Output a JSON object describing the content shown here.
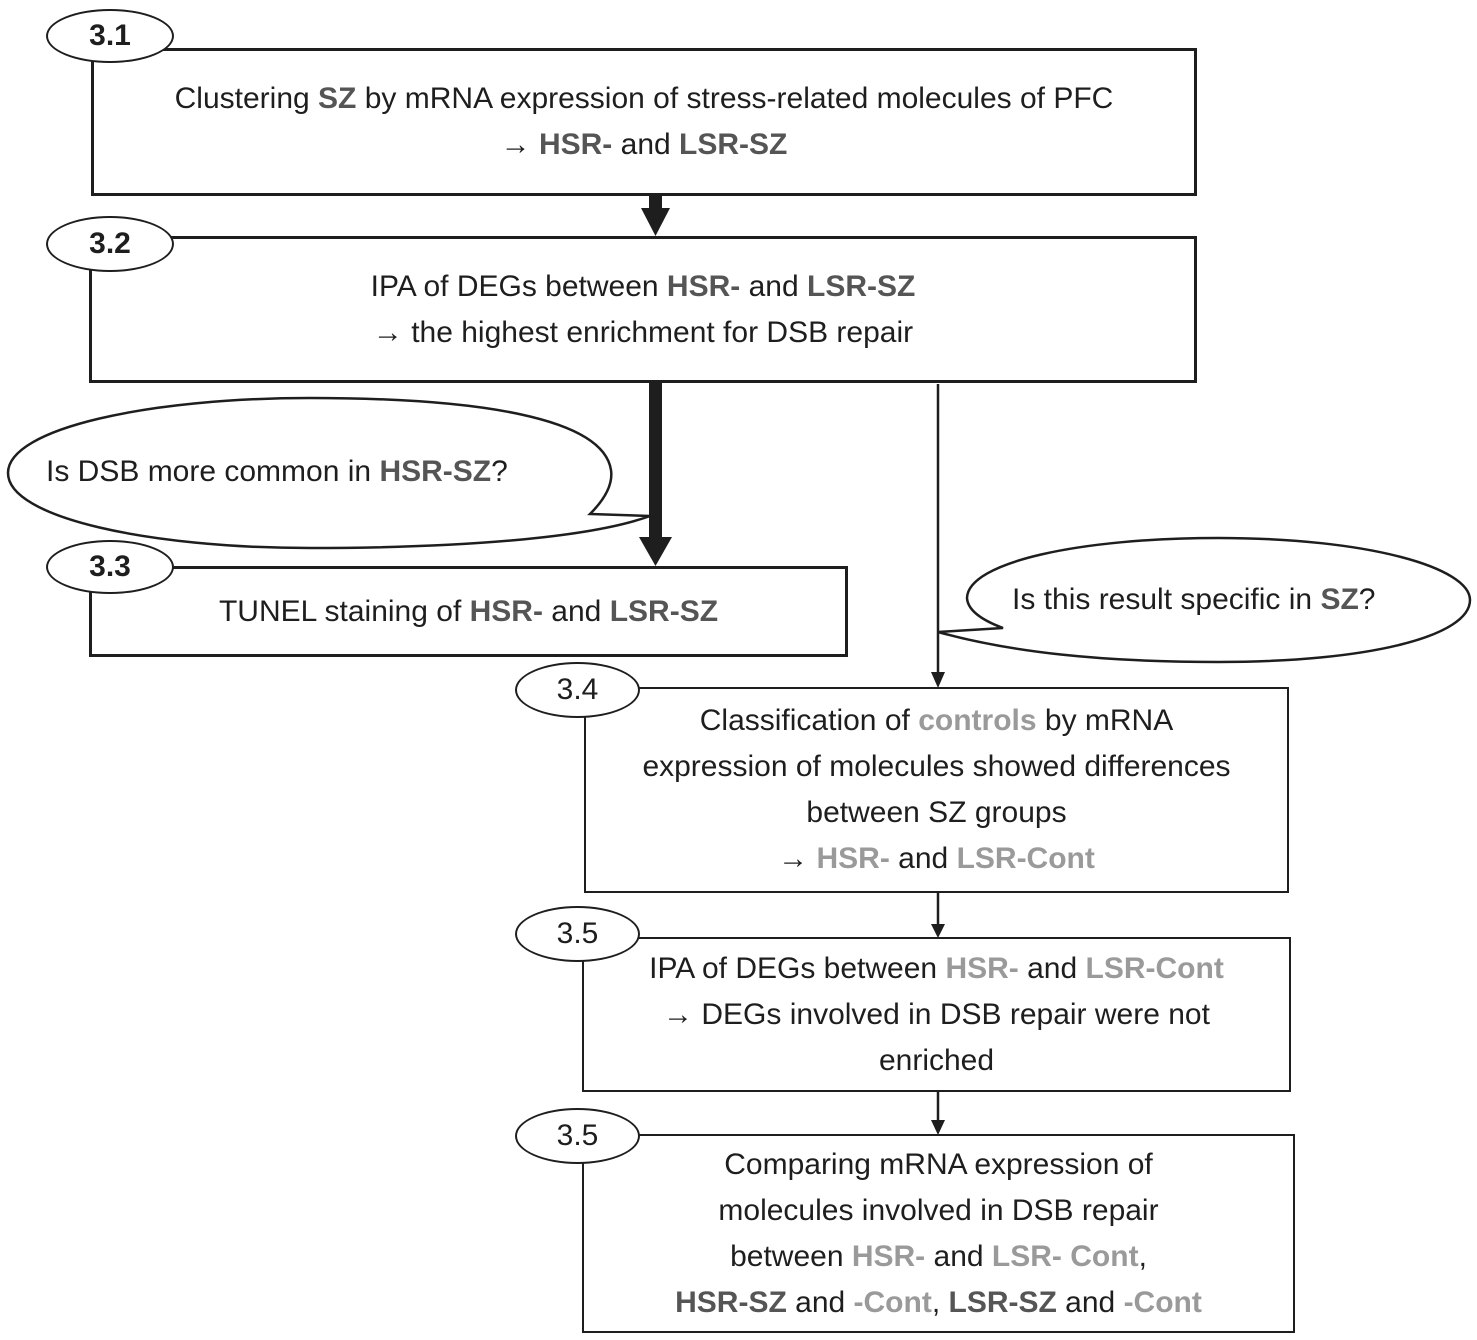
{
  "steps": {
    "s31": {
      "tag": "3.1",
      "line1": {
        "pre": "Clustering ",
        "sz": "SZ",
        "post": " by mRNA expression of stress-related molecules of PFC"
      },
      "line2": {
        "arrow": "→ ",
        "hsr": "HSR-",
        "and": " and ",
        "lsr": "LSR-SZ"
      }
    },
    "s32": {
      "tag": "3.2",
      "line1": {
        "pre": "IPA of DEGs between ",
        "hsr": "HSR-",
        "and": " and ",
        "lsr": "LSR-SZ"
      },
      "line2": "→ the highest enrichment for DSB repair"
    },
    "s33": {
      "tag": "3.3",
      "line1": {
        "pre": "TUNEL staining of ",
        "hsr": "HSR-",
        "and": " and ",
        "lsr": "LSR-SZ"
      }
    },
    "s34": {
      "tag": "3.4",
      "line1": {
        "pre": "Classification of ",
        "controls": "controls",
        "post": " by mRNA"
      },
      "line2": "expression of molecules showed differences",
      "line3": "between SZ groups",
      "line4": {
        "arrow": "→ ",
        "hsr": "HSR-",
        "and": " and ",
        "lsr": "LSR-Cont"
      }
    },
    "s35a": {
      "tag": "3.5",
      "line1": {
        "pre": "IPA of DEGs between ",
        "hsr": "HSR-",
        "and": " and ",
        "lsr": "LSR-Cont"
      },
      "line2": "→ DEGs involved in DSB repair were not",
      "line3": "enriched"
    },
    "s35b": {
      "tag": "3.5",
      "line1": "Comparing mRNA expression of",
      "line2": "molecules involved in DSB repair",
      "line3": {
        "pre": "between ",
        "hsr": "HSR-",
        "and": " and ",
        "lsr": "LSR- Cont",
        "post": ","
      },
      "line4": {
        "hsrsz": "HSR-SZ",
        "and1": " and ",
        "cont1": "-Cont",
        "comma": ", ",
        "lsrsz": "LSR-SZ",
        "and2": " and ",
        "cont2": "-Cont"
      }
    }
  },
  "bubbles": {
    "dsb": {
      "pre": "Is DSB more common in ",
      "hsr": "HSR-SZ",
      "post": "?"
    },
    "specific": {
      "pre": "Is this result specific in ",
      "sz": "SZ",
      "post": "?"
    }
  },
  "colors": {
    "dark_highlight": "#555555",
    "light_highlight": "#9a9a9a",
    "ink": "#1e1e1e"
  }
}
